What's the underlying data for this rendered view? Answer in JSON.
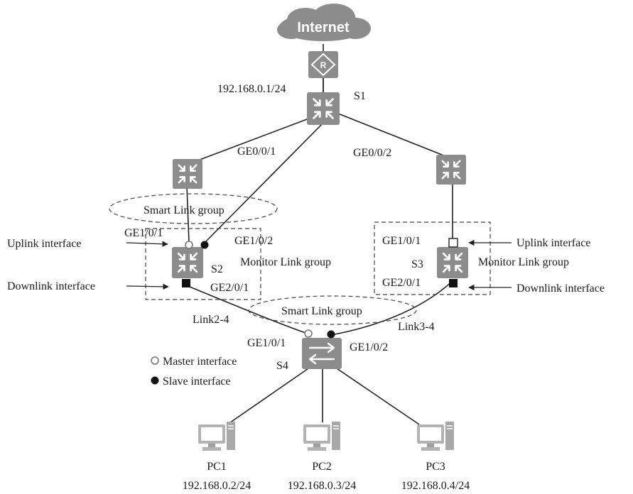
{
  "internet": {
    "label": "Internet"
  },
  "router": {
    "icon": "router-icon"
  },
  "ip_top": "192.168.0.1/24",
  "switches": {
    "s1": "S1",
    "s2": "S2",
    "s3": "S3",
    "s4": "S4"
  },
  "ports": {
    "s1_left": "GE0/0/1",
    "s1_right": "GE0/0/2",
    "s2_up1": "GE1/0/1",
    "s2_up2": "GE1/0/2",
    "s2_down": "GE2/0/1",
    "s3_up": "GE1/0/1",
    "s3_down": "GE2/0/1",
    "s4_left": "GE1/0/1",
    "s4_right": "GE1/0/2"
  },
  "groups": {
    "smart_link_top": "Smart Link group",
    "smart_link_bottom": "Smart Link group",
    "monitor_link_left": "Monitor Link group",
    "monitor_link_right": "Monitor Link group"
  },
  "callouts": {
    "uplink_left": "Uplink interface",
    "downlink_left": "Downlink interface",
    "uplink_right": "Uplink interface",
    "downlink_right": "Downlink interface"
  },
  "links": {
    "link24": "Link2-4",
    "link34": "Link3-4"
  },
  "legend": {
    "master": "Master interface",
    "slave": "Slave interface"
  },
  "pcs": [
    {
      "name": "PC1",
      "ip": "192.168.0.2/24"
    },
    {
      "name": "PC2",
      "ip": "192.168.0.3/24"
    },
    {
      "name": "PC3",
      "ip": "192.168.0.4/24"
    }
  ],
  "colors": {
    "device": "#8c8c8c",
    "cloud": "#8c8c8c",
    "line": "#222222"
  }
}
